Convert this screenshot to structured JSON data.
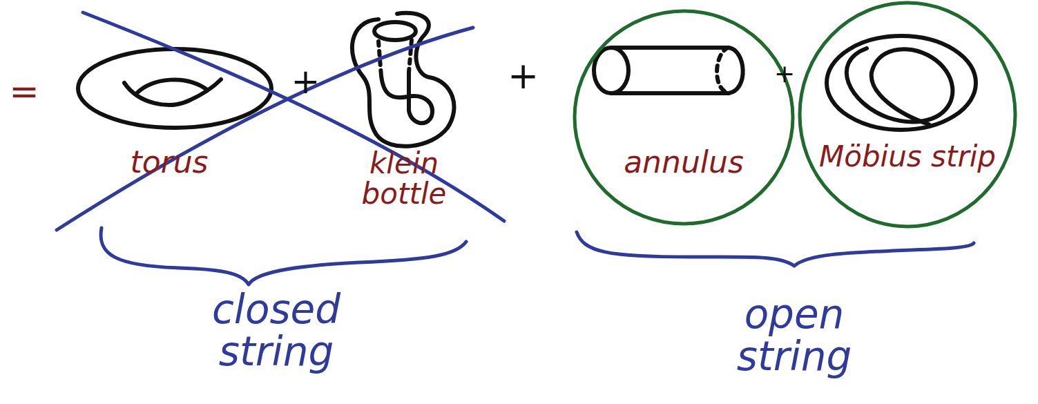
{
  "diagram": {
    "nodes": [
      {
        "text": [
          "annulus"
        ]
      },
      {
        "text": [
          "Möbius strip"
        ]
      }
    ],
    "labels": [
      "=",
      "torus",
      "+",
      "klein bottle",
      "+",
      "+",
      "closed string",
      "open string"
    ]
  }
}
